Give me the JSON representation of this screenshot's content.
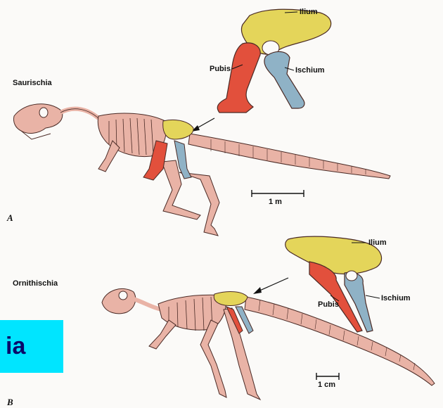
{
  "figure": {
    "upper": {
      "group_label": "Saurischia",
      "panel_letter": "A",
      "scale_label": "1 m",
      "bones": {
        "ilium": "Ilium",
        "pubis": "Pubis",
        "ischium": "Ischium"
      }
    },
    "lower": {
      "group_label": "Ornithischia",
      "panel_letter": "B",
      "scale_label": "1 cm",
      "bones": {
        "ilium": "Ilium",
        "pubis": "Pubis",
        "ischium": "Ischium"
      }
    },
    "colors": {
      "ilium": "#e4d55a",
      "pubis": "#e2503c",
      "ischium": "#8fb2c6",
      "skeleton": "#e9b3a6",
      "outline": "#4a2a25"
    }
  },
  "overlay": {
    "text": "ia",
    "background": "#00e5ff",
    "text_color": "#0a0a6a"
  }
}
